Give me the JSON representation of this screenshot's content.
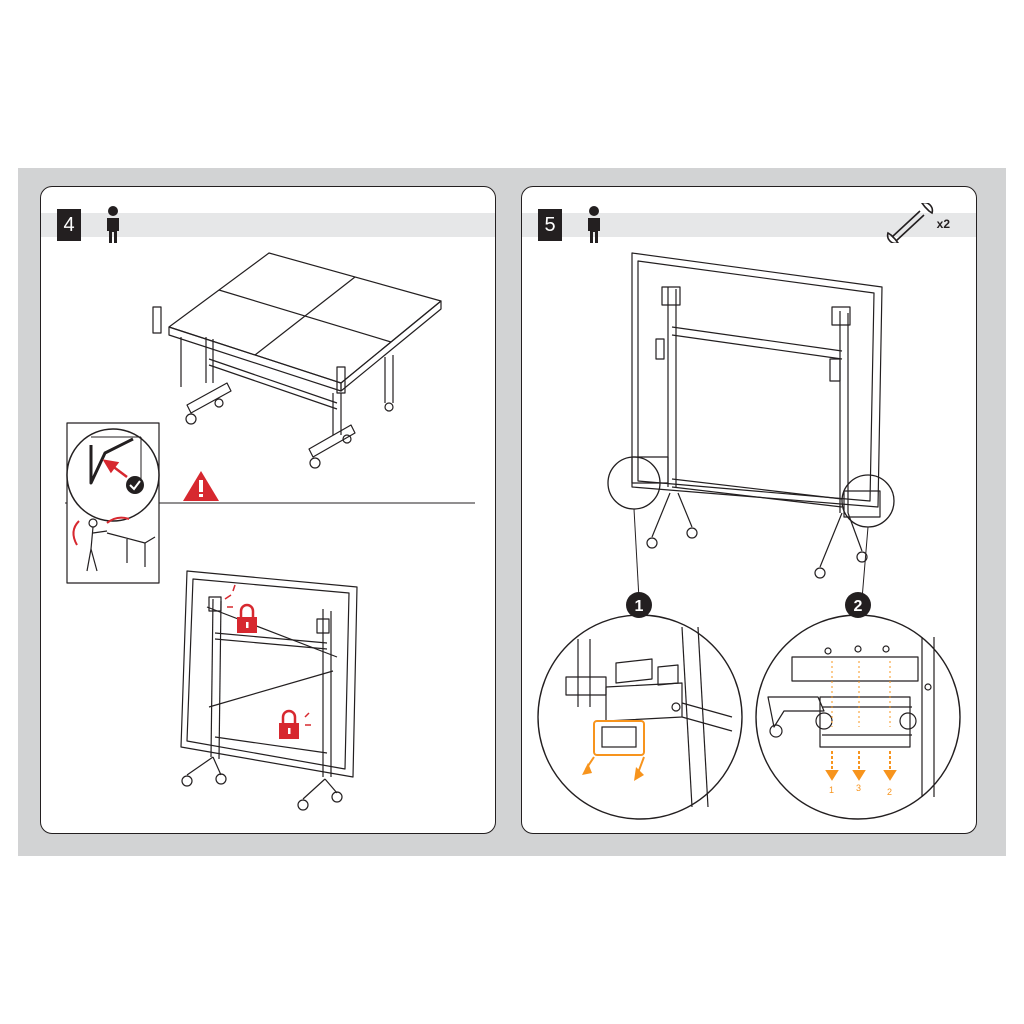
{
  "steps": [
    {
      "number": "4",
      "people_icon": "person-icon",
      "warning_icon": "warning-triangle-icon",
      "lock_icon": "padlock-icon"
    },
    {
      "number": "5",
      "people_icon": "person-icon",
      "tool_icon": "wrench-icon",
      "tool_quantity": "x2",
      "callouts": [
        "1",
        "2"
      ],
      "bolt_order": [
        "1",
        "3",
        "2"
      ]
    }
  ],
  "colors": {
    "band": "#d2d3d4",
    "ink": "#231f20",
    "header": "#e6e7e8",
    "warning": "#d7282f",
    "arrow": "#f7941d"
  }
}
